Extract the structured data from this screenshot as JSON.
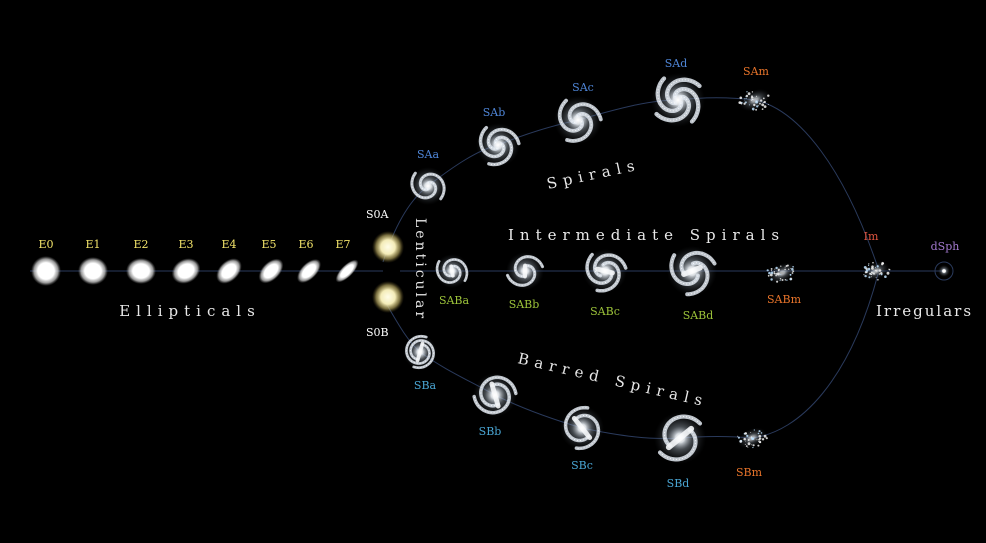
{
  "colors": {
    "background": "#000000",
    "elliptical_label": "#f2e36a",
    "lenticular_label": "#ffffff",
    "spiral_label": "#4f86d8",
    "intermediate_label": "#9dc43a",
    "barred_label": "#4aa6d4",
    "magellanic_label": "#e8742a",
    "irregular_label": "#e05540",
    "dwarf_label": "#a47ad0",
    "track_line": "#2a3a5c"
  },
  "ellipticals": {
    "labels": [
      "E0",
      "E1",
      "E2",
      "E3",
      "E4",
      "E5",
      "E6",
      "E7"
    ],
    "group_title": "Ellipticals"
  },
  "lenticulars": {
    "labels": [
      "S0A",
      "S0B"
    ],
    "group_title": "Lenticular"
  },
  "spirals": {
    "labels": [
      "SAa",
      "SAb",
      "SAc",
      "SAd",
      "SAm"
    ],
    "group_title": "Spirals"
  },
  "intermediate_spirals": {
    "labels": [
      "SABa",
      "SABb",
      "SABc",
      "SABd",
      "SABm"
    ],
    "group_title": "Intermediate Spirals"
  },
  "barred_spirals": {
    "labels": [
      "SBa",
      "SBb",
      "SBc",
      "SBd",
      "SBm"
    ],
    "group_title": "Barred Spirals"
  },
  "irregulars": {
    "labels": [
      "Im",
      "dSph"
    ],
    "group_title": "Irregulars"
  },
  "icons": {
    "elliptical": "elliptical-galaxy-icon",
    "lenticular": "lenticular-galaxy-icon",
    "spiral": "spiral-galaxy-icon",
    "barred": "barred-spiral-galaxy-icon",
    "irregular": "irregular-galaxy-icon"
  }
}
